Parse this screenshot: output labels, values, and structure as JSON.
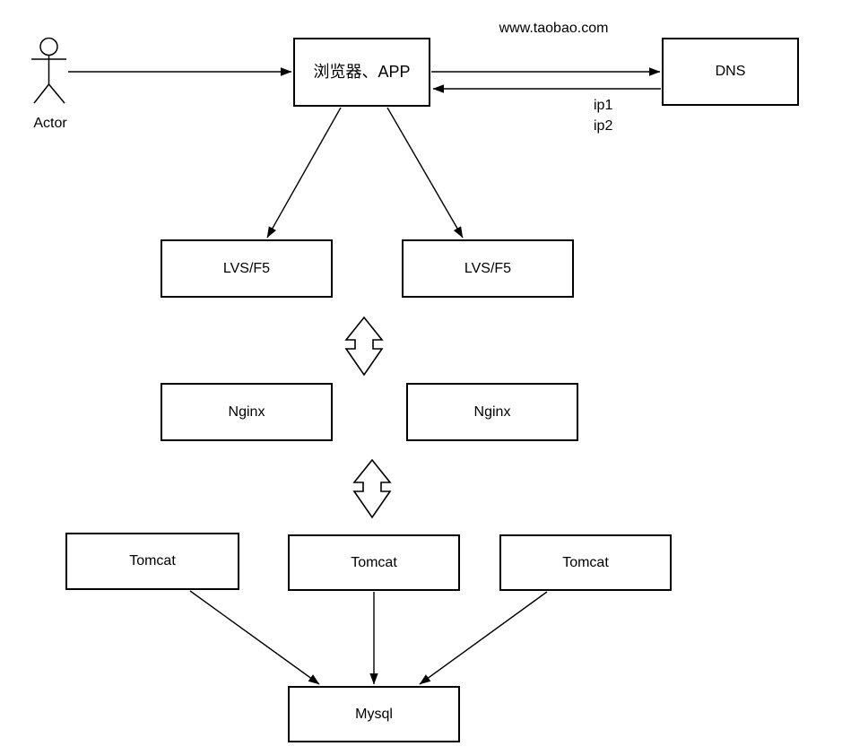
{
  "nodes": {
    "actor": {
      "label": "Actor"
    },
    "browser": {
      "label": "浏览器、APP"
    },
    "dns": {
      "label": "DNS"
    },
    "lvs_left": {
      "label": "LVS/F5"
    },
    "lvs_right": {
      "label": "LVS/F5"
    },
    "nginx_left": {
      "label": "Nginx"
    },
    "nginx_right": {
      "label": "Nginx"
    },
    "tomcat_left": {
      "label": "Tomcat"
    },
    "tomcat_middle": {
      "label": "Tomcat"
    },
    "tomcat_right": {
      "label": "Tomcat"
    },
    "mysql": {
      "label": "Mysql"
    }
  },
  "edge_labels": {
    "dns_query": "www.taobao.com",
    "dns_response_ip1": "ip1",
    "dns_response_ip2": "ip2"
  },
  "colors": {
    "stroke": "#000000",
    "node_fill": "#ffffff",
    "background": "#ffffff",
    "text": "#000000"
  }
}
